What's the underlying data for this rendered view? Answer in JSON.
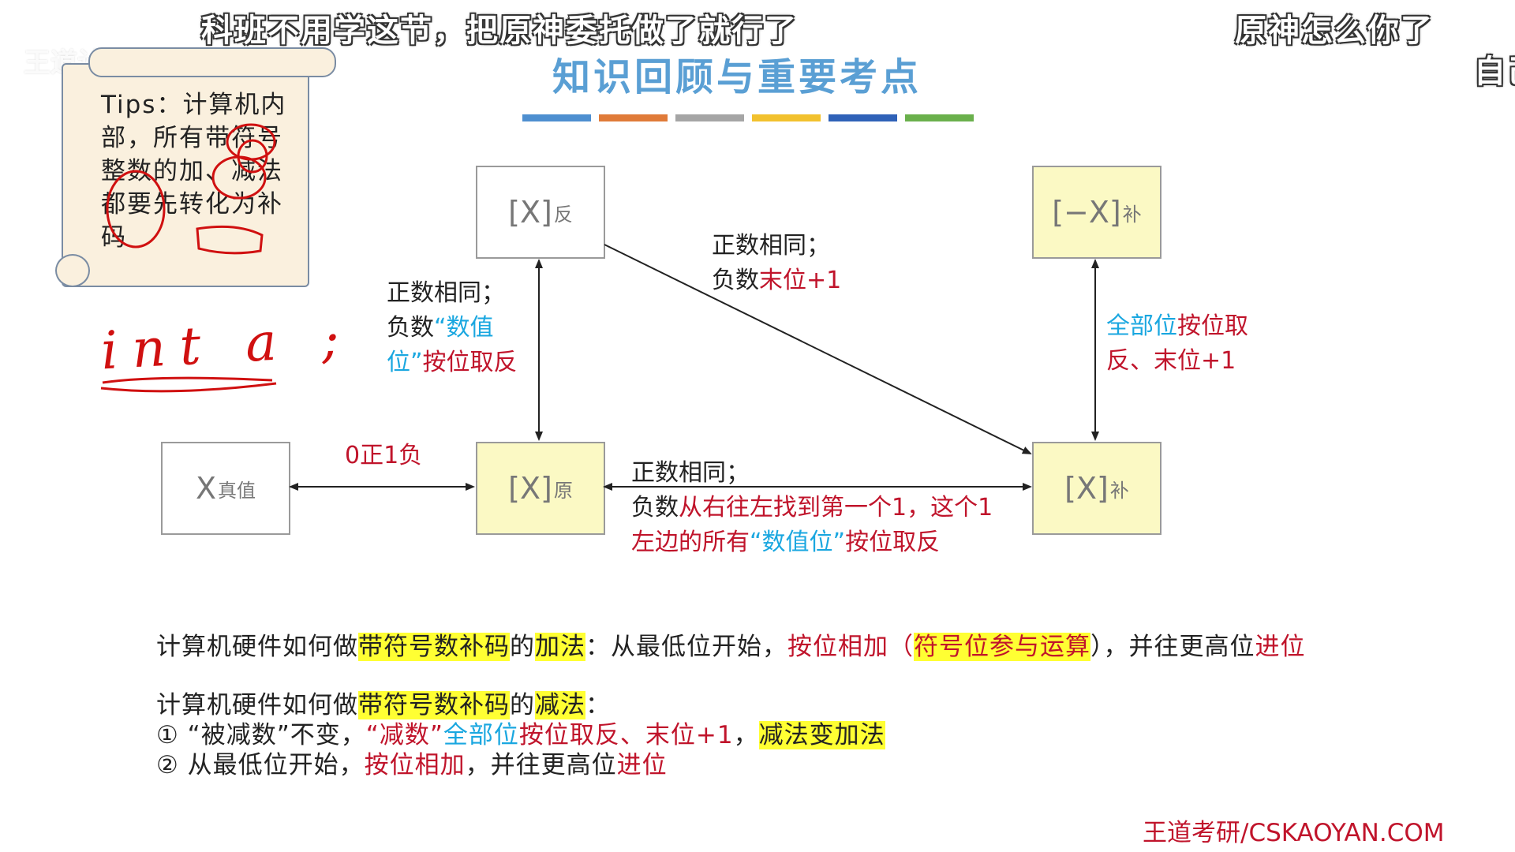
{
  "danmaku": {
    "line1": "科班不用学这节，把原神委托做了就行了",
    "line2": "原神怎么你了",
    "line3": "自己"
  },
  "watermark": "王道计算机教育",
  "slide": {
    "title": "知识回顾与重要考点",
    "deco_colors": [
      "#4e8fd0",
      "#e07b39",
      "#a5a5a5",
      "#f2c12e",
      "#2f62b8",
      "#6ab04c"
    ],
    "tips": {
      "label": "Tips：",
      "text": "计算机内部，所有带符号整数的加、减法都要先转化为补码"
    },
    "handwriting": "int a ;",
    "boxes": {
      "true_value": {
        "main": "X",
        "sub": "真值"
      },
      "sign_mag": {
        "main": "[X]",
        "sub": "原"
      },
      "ones_comp": {
        "main": "[X]",
        "sub": "反"
      },
      "twos_comp": {
        "main": "[X]",
        "sub": "补"
      },
      "neg_twos_comp": {
        "main": "[−X]",
        "sub": "补"
      }
    },
    "labels": {
      "zero_pos_one_neg": "0正1负",
      "orig_to_ones": {
        "line1": "正数相同；",
        "line2_a": "负数",
        "line2_b": "“数值",
        "line3_a": "位”",
        "line3_b": "按位取反"
      },
      "ones_to_twos": {
        "line1": "正数相同；",
        "line2_a": "负数",
        "line2_b": "末位+1"
      },
      "orig_to_twos": {
        "line1": "正数相同；",
        "line2_a": "负数",
        "line2_b": "从右往左找到第一个1，这个1",
        "line3_a": "左边的所有",
        "line3_b": "“数值位”",
        "line3_c": "按位取反"
      },
      "twos_to_neg": {
        "line1_a": "全部位",
        "line1_b": "按位取",
        "line2": "反、末位+1"
      }
    },
    "addition": {
      "p1": "计算机硬件如何做",
      "p2": "带符号数补码",
      "p3": "的",
      "p4": "加法",
      "p5": "：从最低位开始，",
      "p6": "按位相加（",
      "p7": "符号位参与运算",
      "p8": "），并往更高位",
      "p9": "进位"
    },
    "subtraction": {
      "p1": "计算机硬件如何做",
      "p2": "带符号数补码",
      "p3": "的",
      "p4": "减法",
      "p5": "：",
      "step1_a": "① “被减数”不变，",
      "step1_b": "“减数”",
      "step1_c": "全部位",
      "step1_d": "按位取反、末位+1",
      "step1_e": "，",
      "step1_f": "减法变加法",
      "step2_a": "② 从最低位开始，",
      "step2_b": "按位相加",
      "step2_c": "，并往更高位",
      "step2_d": "进位"
    },
    "footer": "王道考研/CSKAOYAN.COM"
  }
}
